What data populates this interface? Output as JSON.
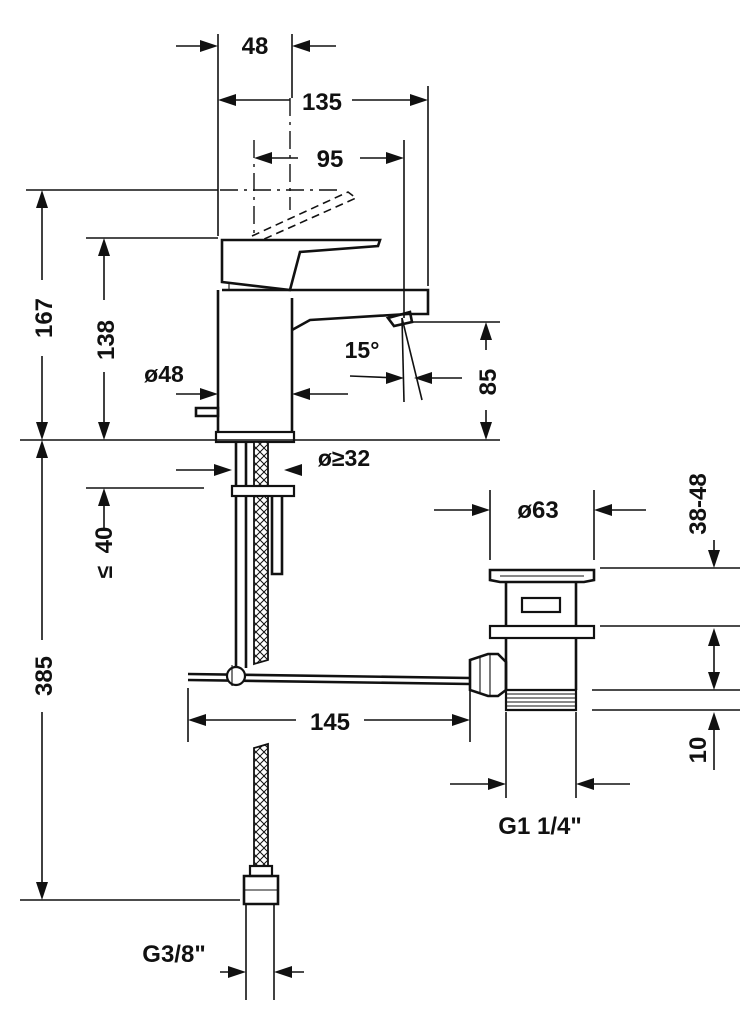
{
  "dimensions": {
    "d48": "48",
    "d135": "135",
    "d95": "95",
    "d167": "167",
    "d138": "138",
    "d_dia48": "ø48",
    "d15deg": "15°",
    "d85": "85",
    "d_dia32": "ø≥32",
    "d40": "40",
    "d_le": "≤",
    "d63": "ø63",
    "d38_48": "38-48",
    "d385": "385",
    "d145": "145",
    "d10": "10",
    "g114": "G1 1/4\"",
    "g38": "G3/8\""
  }
}
